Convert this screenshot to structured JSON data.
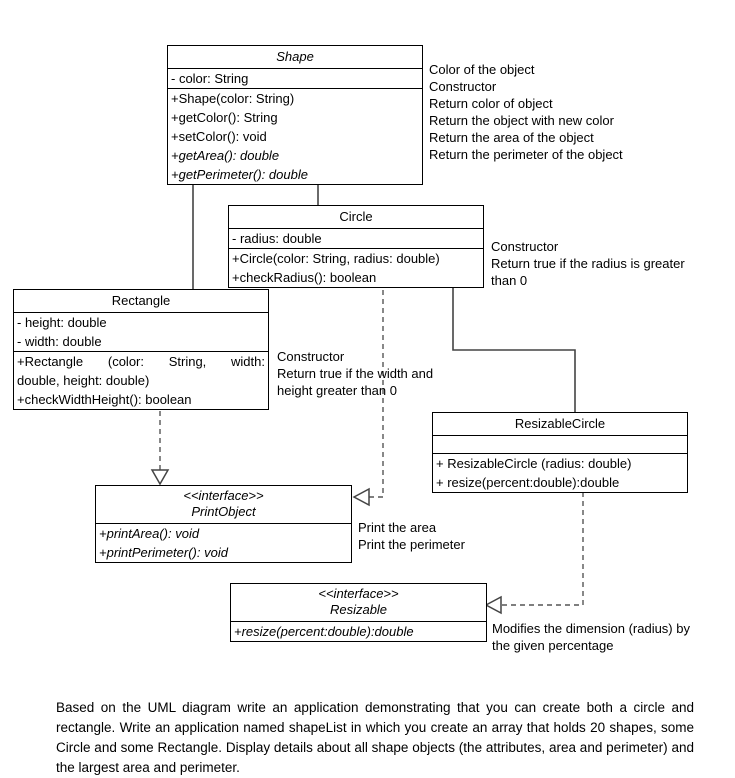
{
  "diagram": {
    "type": "uml-class-diagram",
    "classes": [
      {
        "id": "shape",
        "name": "Shape",
        "stereotype": "",
        "abstract": true,
        "attributes": [
          "- color: String"
        ],
        "methods": [
          "+Shape(color: String)",
          "+getColor(): String",
          "+setColor(): void",
          "+getArea(): double",
          "+getPerimeter(): double"
        ],
        "abstract_methods": [
          "+getArea(): double",
          "+getPerimeter(): double"
        ]
      },
      {
        "id": "circle",
        "name": "Circle",
        "stereotype": "",
        "abstract": false,
        "attributes": [
          "- radius: double"
        ],
        "methods": [
          "+Circle(color: String, radius: double)",
          "+checkRadius(): boolean"
        ]
      },
      {
        "id": "rectangle",
        "name": "Rectangle",
        "stereotype": "",
        "abstract": false,
        "attributes": [
          "- height: double",
          "- width: double"
        ],
        "methods": [
          "+Rectangle (color: String, width: double, height: double)",
          "+checkWidthHeight(): boolean"
        ],
        "method_lines": [
          "+Rectangle (color: String, width:",
          "double, height: double)",
          "+checkWidthHeight(): boolean"
        ]
      },
      {
        "id": "resizablecircle",
        "name": "ResizableCircle",
        "stereotype": "",
        "abstract": false,
        "attributes": [],
        "methods": [
          "+ ResizableCircle (radius: double)",
          "+ resize(percent:double):double"
        ]
      },
      {
        "id": "printobject",
        "name": "PrintObject",
        "stereotype": "<<interface>>",
        "abstract": true,
        "attributes": [],
        "methods": [
          "+printArea(): void",
          "+printPerimeter(): void"
        ]
      },
      {
        "id": "resizable",
        "name": "Resizable",
        "stereotype": "<<interface>>",
        "abstract": true,
        "attributes": [],
        "methods": [
          "+resize(percent:double):double"
        ]
      }
    ],
    "notes": {
      "shape_note": "Color of the object\nConstructor\nReturn color of object\nReturn the object with new color\nReturn the area of the object\nReturn the perimeter of the object",
      "circle_note": "Constructor\nReturn true if the radius is greater\nthan 0",
      "rectangle_note": "Constructor\nReturn true if the width and\nheight greater than 0",
      "printobject_note": "Print the area\nPrint the perimeter",
      "resizable_note": "Modifies the dimension (radius) by\nthe given percentage"
    },
    "relationships": [
      {
        "from": "rectangle",
        "to": "shape",
        "kind": "generalization"
      },
      {
        "from": "circle",
        "to": "shape",
        "kind": "generalization"
      },
      {
        "from": "resizablecircle",
        "to": "circle",
        "kind": "generalization"
      },
      {
        "from": "rectangle",
        "to": "printobject",
        "kind": "realization"
      },
      {
        "from": "circle",
        "to": "printobject",
        "kind": "realization"
      },
      {
        "from": "resizablecircle",
        "to": "resizable",
        "kind": "realization"
      }
    ]
  },
  "footer": {
    "text": "Based on the UML diagram write an application demonstrating that you can create both a circle and rectangle. Write an application named shapeList in which you create an array that holds 20 shapes, some Circle and some Rectangle. Display details about all shape objects (the attributes, area and perimeter) and the largest area and perimeter."
  },
  "colors": {
    "background": "#ffffff",
    "line": "#444444",
    "text": "#000000"
  }
}
